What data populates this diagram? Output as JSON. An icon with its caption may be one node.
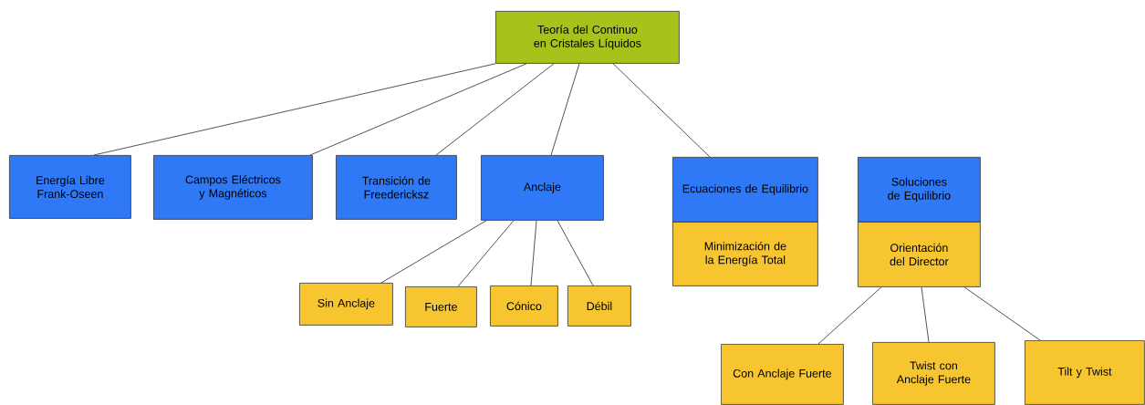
{
  "diagram": {
    "nodes": [
      {
        "text": [
          "Teoría del Continuo en Cristales Líquidos"
        ]
      },
      {
        "text": [
          "Energía Libre Frank-Oseen"
        ]
      },
      {
        "text": [
          "Campos Eléctricos y Magnéticos"
        ]
      },
      {
        "text": [
          "Transición de Freedericksz"
        ]
      },
      {
        "text": [
          "Anclaje"
        ]
      },
      {
        "text": [
          "Ecuaciones de Equilibrio"
        ]
      },
      {
        "text": [
          "Minimización de la Energía Total"
        ]
      },
      {
        "text": [
          "Soluciones de Equilibrio"
        ]
      },
      {
        "text": [
          "Orientación del Director"
        ]
      },
      {
        "text": [
          "Sin Anclaje"
        ]
      },
      {
        "text": [
          "Fuerte"
        ]
      },
      {
        "text": [
          "Cónico"
        ]
      },
      {
        "text": [
          "Débil"
        ]
      },
      {
        "text": [
          "Con Anclaje Fuerte"
        ]
      },
      {
        "text": [
          "Twist con Anclaje Fuerte"
        ]
      },
      {
        "text": [
          "Tilt y Twist"
        ]
      }
    ],
    "edges": [
      {
        "from": 0,
        "to": 1,
        "arrow": "none"
      },
      {
        "from": 0,
        "to": 2,
        "arrow": "none"
      },
      {
        "from": 0,
        "to": 3,
        "arrow": "none"
      },
      {
        "from": 0,
        "to": 4,
        "arrow": "none"
      },
      {
        "from": 0,
        "to": 5,
        "arrow": "none"
      },
      {
        "from": 4,
        "to": 9,
        "arrow": "none"
      },
      {
        "from": 4,
        "to": 10,
        "arrow": "none"
      },
      {
        "from": 4,
        "to": 11,
        "arrow": "none"
      },
      {
        "from": 4,
        "to": 12,
        "arrow": "none"
      },
      {
        "from": 8,
        "to": 13,
        "arrow": "none"
      },
      {
        "from": 8,
        "to": 14,
        "arrow": "none"
      },
      {
        "from": 8,
        "to": 15,
        "arrow": "none"
      }
    ]
  }
}
